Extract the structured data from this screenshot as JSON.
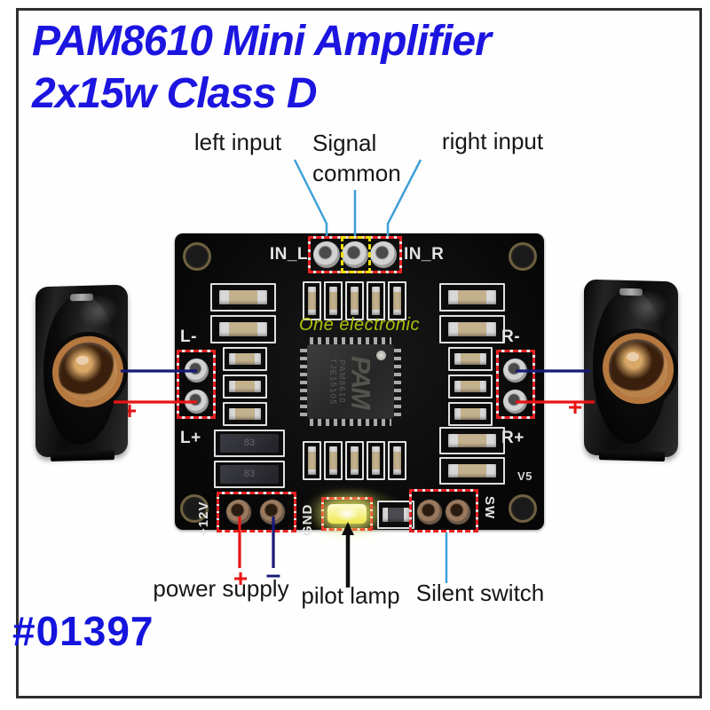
{
  "colors": {
    "title_blue": "#1c15e0",
    "sku_blue": "#1414dd",
    "leader_blue": "#3f9fd8",
    "wire_red": "#ea1414",
    "wire_navy": "#181878",
    "wire_black": "#0d0d0d",
    "dash_red": "#e82020",
    "dash_yellow": "#f0e000",
    "board_black": "#0a0a0a",
    "led_yellow": "#f0e955",
    "watermark_green": "#b9cc08",
    "frame_gray": "#2e2e2e"
  },
  "title": {
    "line1": "PAM8610 Mini Amplifier",
    "line2": "2x15w Class D"
  },
  "sku": "#01397",
  "callouts": {
    "left_input": "left input",
    "signal_line1": "Signal",
    "signal_line2": "common",
    "right_input": "right input",
    "power_supply": "power supply",
    "pilot_lamp": "pilot lamp",
    "silent_switch": "Silent switch",
    "plus": "+",
    "minus": "–"
  },
  "board": {
    "in_l": "IN_L",
    "in_r": "IN_R",
    "l_minus": "L-",
    "l_plus": "L+",
    "r_minus": "R-",
    "r_plus": "R+",
    "v12": "+12V",
    "gnd": "GND",
    "sw": "SW",
    "v5": "V5",
    "watermark": "One electronic",
    "chip": {
      "logo": "PAM",
      "part": "PAM8610",
      "lot": "TJE15105"
    },
    "inductor_code": "83"
  }
}
